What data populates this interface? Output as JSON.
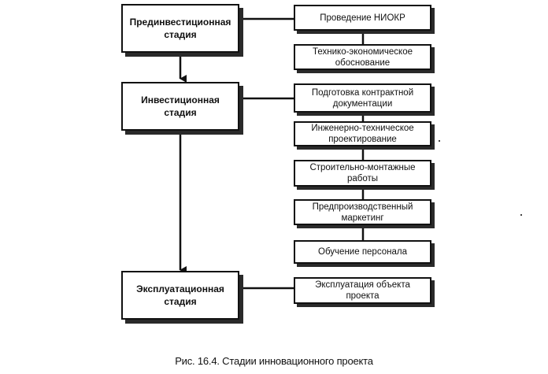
{
  "stages": [
    {
      "label": "Прединвестиционная\nстадия"
    },
    {
      "label": "Инвестиционная\nстадия"
    },
    {
      "label": "Эксплуатационная\nстадия"
    }
  ],
  "tasks": [
    {
      "label": "Проведение НИОКР"
    },
    {
      "label": "Технико-экономическое\nобоснование"
    },
    {
      "label": "Подготовка контрактной\nдокументации"
    },
    {
      "label": "Инженерно-техническое\nпроектирование"
    },
    {
      "label": "Строительно-монтажные\nработы"
    },
    {
      "label": "Предпроизводственный\nмаркетинг"
    },
    {
      "label": "Обучение персонала"
    },
    {
      "label": "Эксплуатация объекта\nпроекта"
    }
  ],
  "caption": "Рис. 16.4. Стадии инновационного проекта",
  "colors": {
    "line": "#111111",
    "shadow": "#2a2a2a",
    "background": "#ffffff"
  }
}
